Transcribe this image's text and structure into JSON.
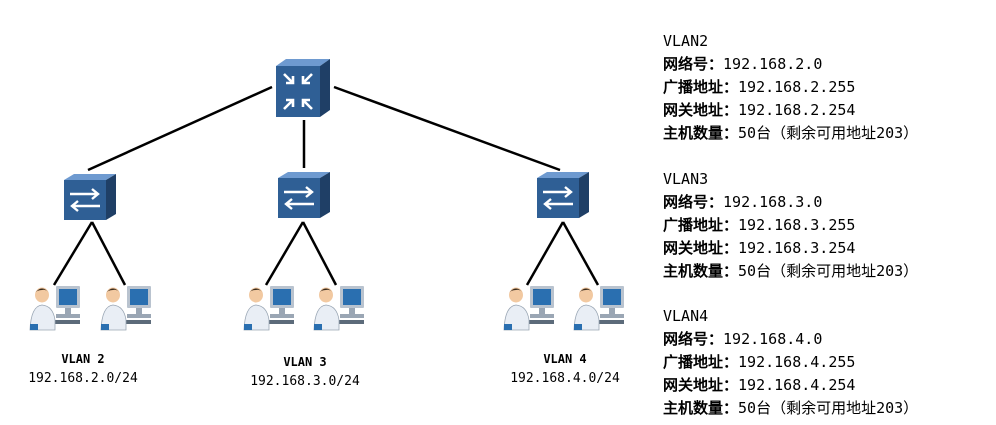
{
  "colors": {
    "link": "#000000",
    "device_front": "#2f5f95",
    "device_top": "#6e9ad0",
    "device_side": "#1f3f66",
    "monitor_frame": "#b9c3cf",
    "monitor_screen": "#2a6fb0",
    "person_shirt": "#e9eef5",
    "person_hair": "#3a2a1a",
    "person_skin": "#f2c9a1"
  },
  "core_switch": {
    "icon": "router-arrows-icon"
  },
  "access_switches": [
    {
      "icon": "switch-arrows-icon"
    },
    {
      "icon": "switch-arrows-icon"
    },
    {
      "icon": "switch-arrows-icon"
    }
  ],
  "hosts_icon": "pc-user-icon",
  "subnet_labels": [
    {
      "name": "VLAN 2",
      "cidr": "192.168.2.0/24"
    },
    {
      "name": "VLAN 3",
      "cidr": "192.168.3.0/24"
    },
    {
      "name": "VLAN 4",
      "cidr": "192.168.4.0/24"
    }
  ],
  "vlan_info": [
    {
      "title": "VLAN2",
      "rows": [
        {
          "key": "网络号：",
          "value": "192.168.2.0"
        },
        {
          "key": "广播地址：",
          "value": "192.168.2.255"
        },
        {
          "key": "网关地址：",
          "value": "192.168.2.254"
        },
        {
          "key": "主机数量：",
          "value": "50台（剩余可用地址203）"
        }
      ]
    },
    {
      "title": "VLAN3",
      "rows": [
        {
          "key": "网络号：",
          "value": "192.168.3.0"
        },
        {
          "key": "广播地址：",
          "value": "192.168.3.255"
        },
        {
          "key": "网关地址：",
          "value": "192.168.3.254"
        },
        {
          "key": "主机数量：",
          "value": "50台（剩余可用地址203）"
        }
      ]
    },
    {
      "title": "VLAN4",
      "rows": [
        {
          "key": "网络号：",
          "value": "192.168.4.0"
        },
        {
          "key": "广播地址：",
          "value": "192.168.4.255"
        },
        {
          "key": "网关地址：",
          "value": "192.168.4.254"
        },
        {
          "key": "主机数量：",
          "value": "50台（剩余可用地址203）"
        }
      ]
    }
  ]
}
